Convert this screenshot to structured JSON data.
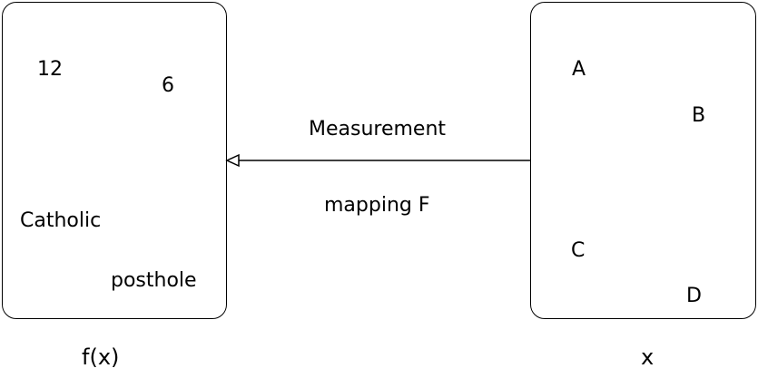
{
  "codomain": {
    "items": [
      "12",
      "6",
      "Catholic",
      "posthole"
    ],
    "caption": "f(x)"
  },
  "domain": {
    "items": [
      "A",
      "B",
      "C",
      "D"
    ],
    "caption": "x"
  },
  "mapping": {
    "label_top": "Measurement",
    "label_bottom": "mapping F"
  },
  "colors": {
    "stroke": "#000000",
    "background": "#ffffff"
  }
}
